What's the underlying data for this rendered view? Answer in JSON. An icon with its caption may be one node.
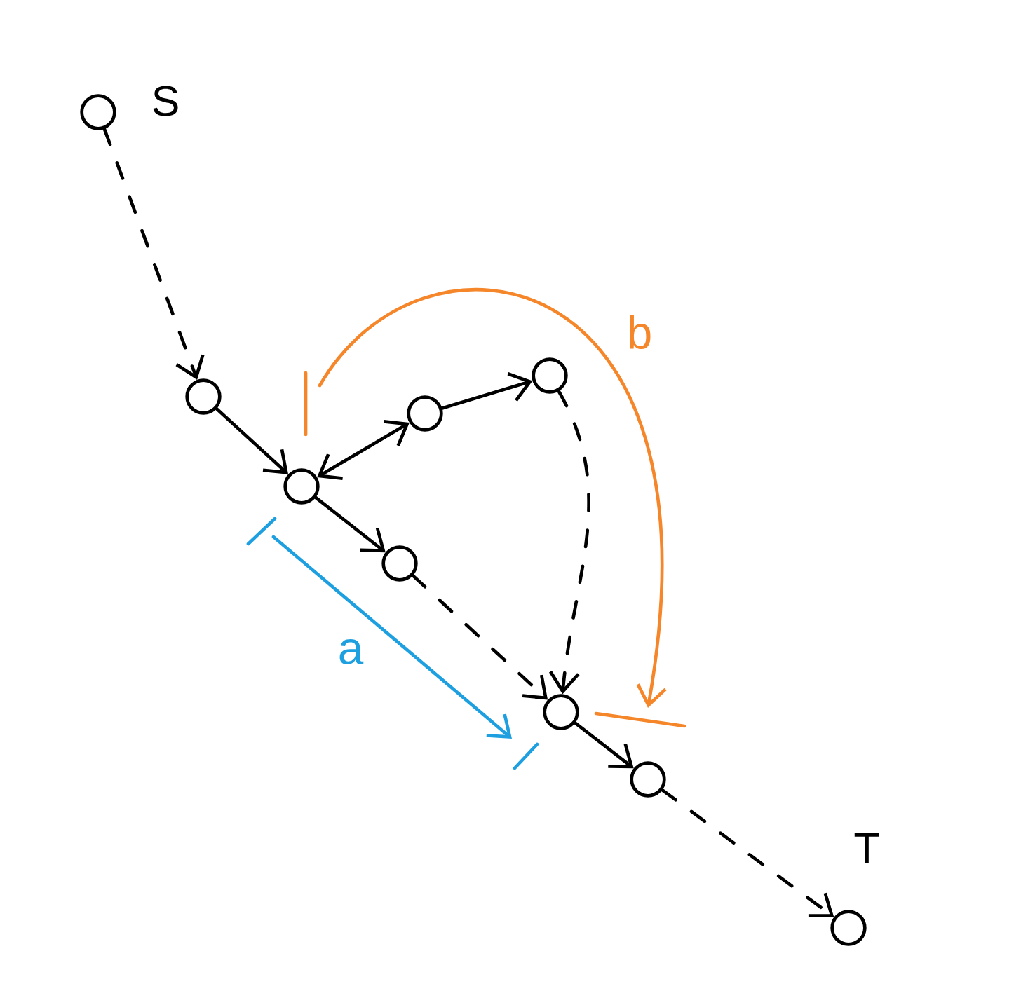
{
  "diagram": {
    "nodes": [
      {
        "text": [],
        "shape": "circle",
        "beside": [
          "S"
        ]
      },
      {
        "text": [],
        "shape": "circle"
      },
      {
        "text": [],
        "shape": "circle"
      },
      {
        "text": [],
        "shape": "circle"
      },
      {
        "text": [],
        "shape": "circle"
      },
      {
        "text": [],
        "shape": "circle"
      },
      {
        "text": [],
        "shape": "circle"
      },
      {
        "text": [],
        "shape": "circle"
      },
      {
        "text": [],
        "shape": "circle",
        "beside": [
          "T"
        ]
      }
    ],
    "edges": [
      {
        "from": 0,
        "to": 1,
        "arrow": "to",
        "style": "dashed"
      },
      {
        "from": 1,
        "to": 2,
        "arrow": "to"
      },
      {
        "from": 2,
        "to": 3,
        "arrow": "both"
      },
      {
        "from": 3,
        "to": 4,
        "arrow": "to"
      },
      {
        "from": 4,
        "to": 6,
        "arrow": "to",
        "style": "dashed"
      },
      {
        "from": 2,
        "to": 5,
        "arrow": "to"
      },
      {
        "from": 5,
        "to": 6,
        "arrow": "to",
        "style": "dashed"
      },
      {
        "from": 6,
        "to": 7,
        "arrow": "to"
      },
      {
        "from": 7,
        "to": 8,
        "arrow": "to",
        "style": "dashed"
      }
    ],
    "labels": [
      "a",
      "b"
    ]
  }
}
